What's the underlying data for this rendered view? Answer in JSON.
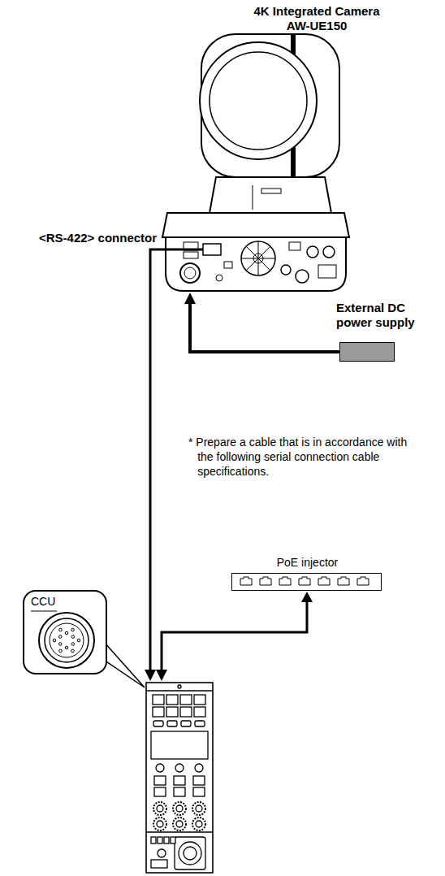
{
  "diagram": {
    "nodes": [
      {
        "text": [
          "4K Integrated Camera AW-UE150"
        ]
      },
      {
        "text": [
          "External DC power supply"
        ]
      },
      {
        "text": [
          "PoE injector"
        ]
      },
      {
        "text": [
          "CCU"
        ]
      }
    ],
    "edges": [
      {
        "from": 1,
        "to": 0,
        "arrow": "to"
      }
    ],
    "labels": [
      "<RS-422> connector",
      "* Prepare a cable that is in accordance with the following serial connection cable specifications."
    ]
  }
}
